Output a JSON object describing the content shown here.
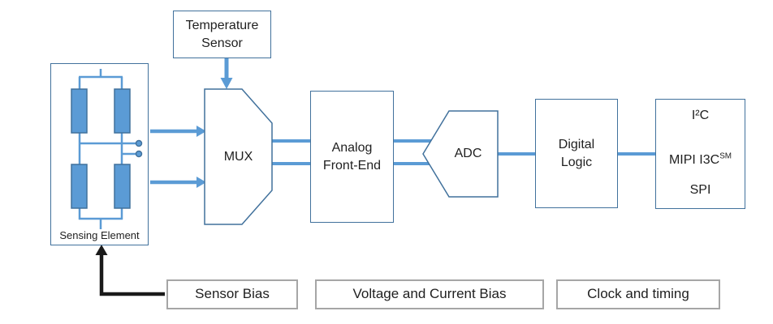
{
  "diagram": {
    "temperature_sensor": {
      "label": "Temperature\nSensor"
    },
    "sensing_element": {
      "label": "Sensing Element"
    },
    "mux": {
      "label": "MUX"
    },
    "analog_front_end": {
      "label": "Analog\nFront-End"
    },
    "adc": {
      "label": "ADC"
    },
    "digital_logic": {
      "label": "Digital\nLogic"
    },
    "interfaces": {
      "i2c": "I²C",
      "mipi_base": "MIPI I3C",
      "mipi_sup": "SM",
      "spi": "SPI"
    },
    "bottom_blocks": {
      "sensor_bias": "Sensor Bias",
      "voltage_current_bias": "Voltage and Current Bias",
      "clock_timing": "Clock and timing"
    }
  },
  "colors": {
    "connector_blue": "#5B9BD5",
    "outline_blue": "#41719C",
    "outline_gray": "#A6A6A6",
    "text_black": "#1f1f1f"
  }
}
